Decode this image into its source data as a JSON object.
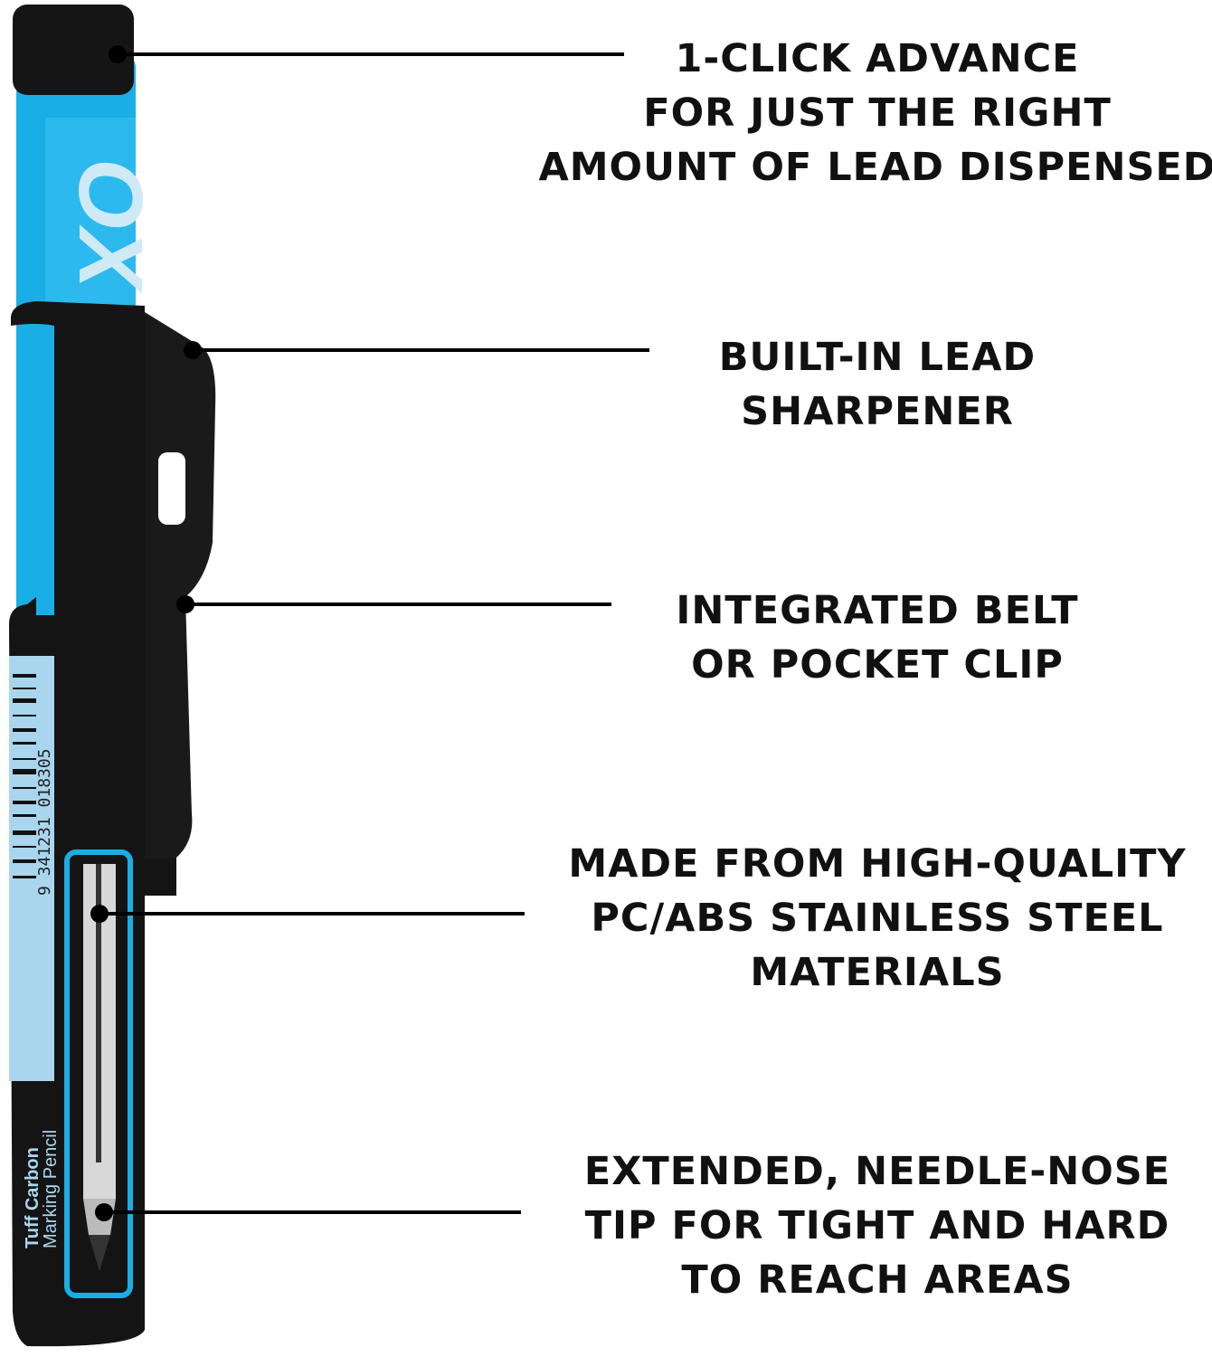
{
  "product": {
    "brand_logo": "OX",
    "label_lines": [
      "Tuff Carbon",
      "Marking Pencil"
    ],
    "barcode_number": "9 341231 018305",
    "colors": {
      "body": "#111111",
      "accent": "#19aee6",
      "label": "#a9d6ee"
    }
  },
  "callouts": [
    {
      "lines": [
        "1-CLICK ADVANCE",
        "FOR JUST THE RIGHT",
        "AMOUNT OF LEAD DISPENSED"
      ]
    },
    {
      "lines": [
        "BUILT-IN LEAD",
        "SHARPENER"
      ]
    },
    {
      "lines": [
        "INTEGRATED BELT",
        "OR POCKET CLIP"
      ]
    },
    {
      "lines": [
        "MADE FROM HIGH-QUALITY",
        "PC/ABS STAINLESS STEEL",
        "MATERIALS"
      ]
    },
    {
      "lines": [
        "EXTENDED, NEEDLE-NOSE",
        "TIP FOR TIGHT AND HARD",
        "TO REACH AREAS"
      ]
    }
  ]
}
